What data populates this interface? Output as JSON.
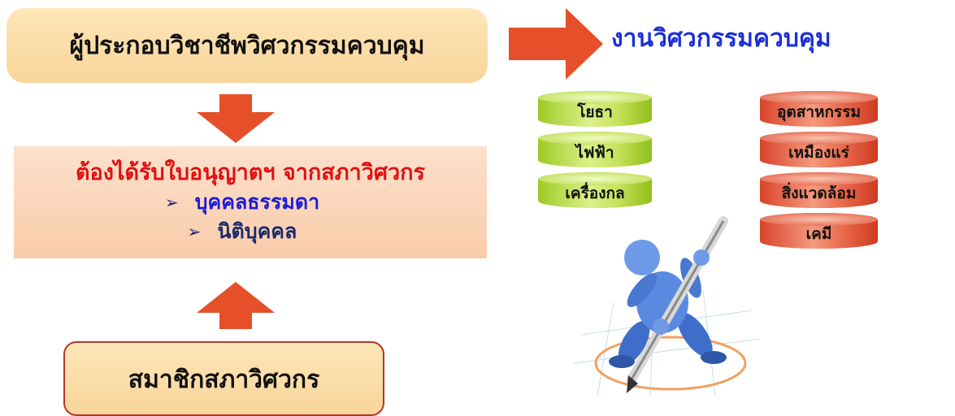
{
  "top_box": {
    "text": "ผู้ประกอบวิชาชีพวิศวกรรมควบคุม"
  },
  "middle_box": {
    "title": "ต้องได้รับใบอนุญาตฯ จากสภาวิศวกร",
    "items": [
      "บุคคลธรรมดา",
      "นิติบุคคล"
    ]
  },
  "bottom_box": {
    "text": "สมาชิกสภาวิศวกร"
  },
  "right_title": "งานวิศวกรรมควบคุม",
  "green_cylinders": [
    "โยธา",
    "ไฟฟ้า",
    "เครื่องกล"
  ],
  "red_cylinders": [
    "อุตสาหกรรม",
    "เหมืองแร่",
    "สิ่งแวดล้อม",
    "เคมี"
  ],
  "icons": [
    "arrow-down-icon",
    "arrow-up-icon",
    "arrow-right-icon",
    "engineer-drawing-pen-icon",
    "arrow-bullet-icon"
  ],
  "colors": {
    "arrow": "#e5502a",
    "title_blue": "#1c2fd8",
    "title_red": "#e01010",
    "box_fill": "#f8d59a",
    "green": "#a6d12e",
    "red": "#e0563a"
  }
}
